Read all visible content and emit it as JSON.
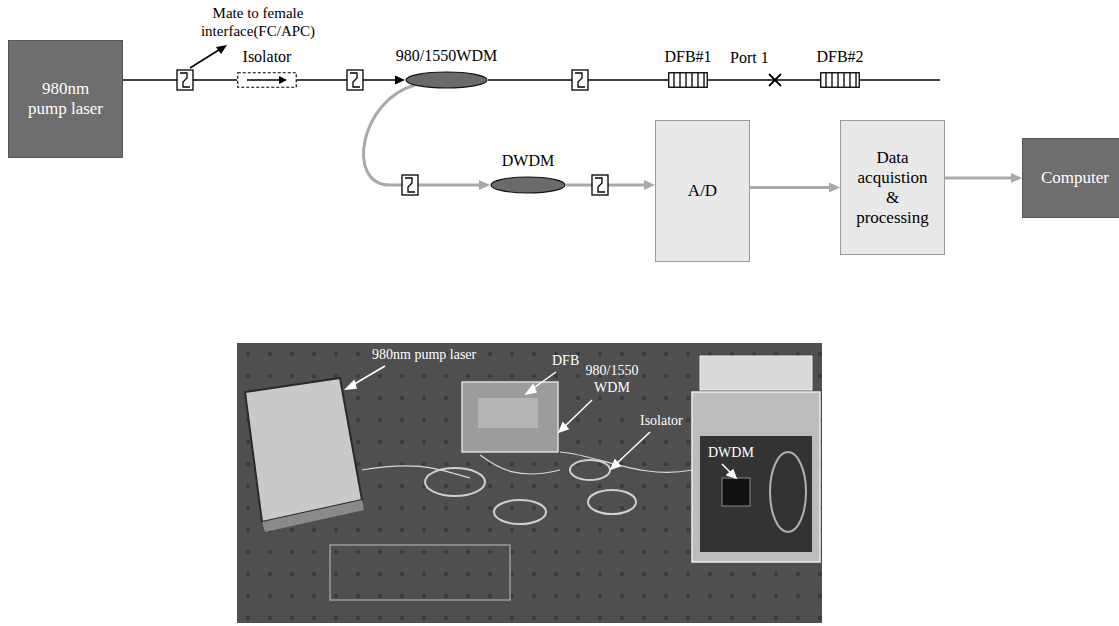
{
  "diagram": {
    "nodes": [
      {
        "text": [
          "980nm pump laser"
        ]
      },
      {
        "text": [
          "Isolator"
        ]
      },
      {
        "text": [
          "980/1550WDM"
        ]
      },
      {
        "text": [
          "DFB#1"
        ]
      },
      {
        "text": [
          "DFB#2"
        ]
      },
      {
        "text": [
          "DWDM"
        ]
      },
      {
        "text": [
          "A/D"
        ]
      },
      {
        "text": [
          "Data acquistion & processing"
        ]
      },
      {
        "text": [
          "Computer"
        ]
      }
    ],
    "edges": [
      {
        "from": 0,
        "to": 1,
        "arrow": "none"
      },
      {
        "from": 1,
        "to": 2,
        "arrow": "to"
      },
      {
        "from": 2,
        "to": 3,
        "arrow": "none"
      },
      {
        "from": 3,
        "to": 4,
        "arrow": "none"
      },
      {
        "from": 2,
        "to": 5,
        "arrow": "to"
      },
      {
        "from": 5,
        "to": 6,
        "arrow": "to"
      },
      {
        "from": 6,
        "to": 7,
        "arrow": "to"
      },
      {
        "from": 7,
        "to": 8,
        "arrow": "to"
      }
    ],
    "labels": [
      "Mate to female interface(FC/APC)",
      "Port 1",
      "980nm pump laser",
      "DFB",
      "980/1550 WDM",
      "Isolator",
      "DWDM"
    ]
  }
}
